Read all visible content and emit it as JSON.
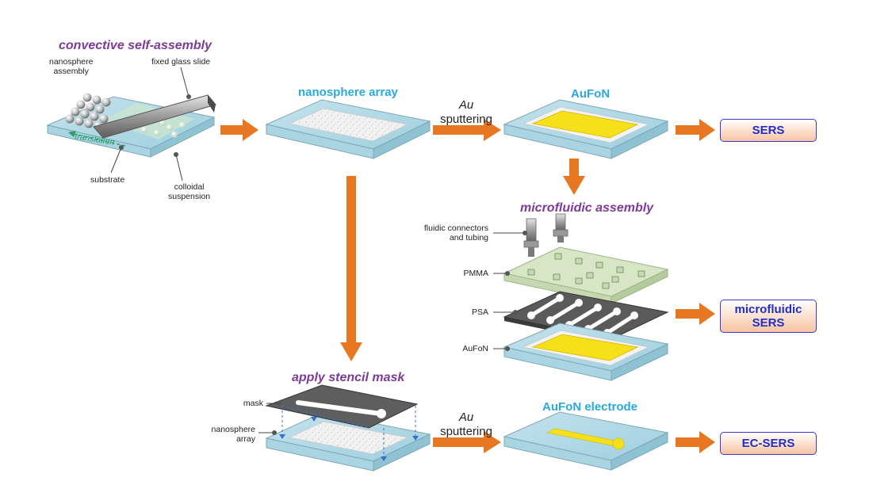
{
  "labels": {
    "convective": "convective self-assembly",
    "nanosphere_assembly": "nanosphere\nassembly",
    "fixed_glass_slide": "fixed glass slide",
    "translation": "translation",
    "substrate": "substrate",
    "colloidal": "colloidal\nsuspension",
    "nanosphere_array": "nanosphere array",
    "au1": "Au",
    "sputtering1": "sputtering",
    "aufon": "AuFoN",
    "sers": "SERS",
    "microfluidic_assembly": "microfluidic assembly",
    "fluidic_connectors": "fluidic connectors\nand tubing",
    "pmma": "PMMA",
    "psa": "PSA",
    "aufon_layer": "AuFoN",
    "microfluidic_sers": "microfluidic\nSERS",
    "apply_stencil": "apply stencil mask",
    "mask": "mask",
    "nanosphere_array_small": "nanosphere\narray",
    "au2": "Au",
    "sputtering2": "sputtering",
    "aufon_electrode": "AuFoN electrode",
    "ec_sers": "EC-SERS"
  },
  "colors": {
    "arrow": "#e87722",
    "step_text": "#7d3a98",
    "stage_text": "#29a9dc",
    "box_text": "#1f2fc6",
    "substrate": "#b9dde8",
    "gold": "#f5e01a"
  }
}
